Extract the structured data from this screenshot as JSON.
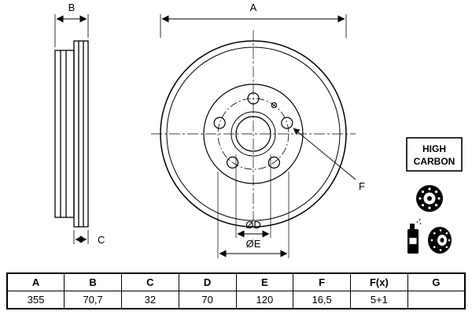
{
  "drawing": {
    "dim_a": "A",
    "dim_b": "B",
    "dim_c": "C",
    "dim_d": "ØD",
    "dim_e": "ØE",
    "dim_f": "F",
    "badge_line1": "HIGH",
    "badge_line2": "CARBON"
  },
  "table": {
    "headers": [
      "A",
      "B",
      "C",
      "D",
      "E",
      "F",
      "F(x)",
      "G"
    ],
    "values": [
      "355",
      "70,7",
      "32",
      "70",
      "120",
      "16,5",
      "5+1",
      ""
    ]
  },
  "colors": {
    "line": "#000000",
    "background": "#ffffff"
  }
}
